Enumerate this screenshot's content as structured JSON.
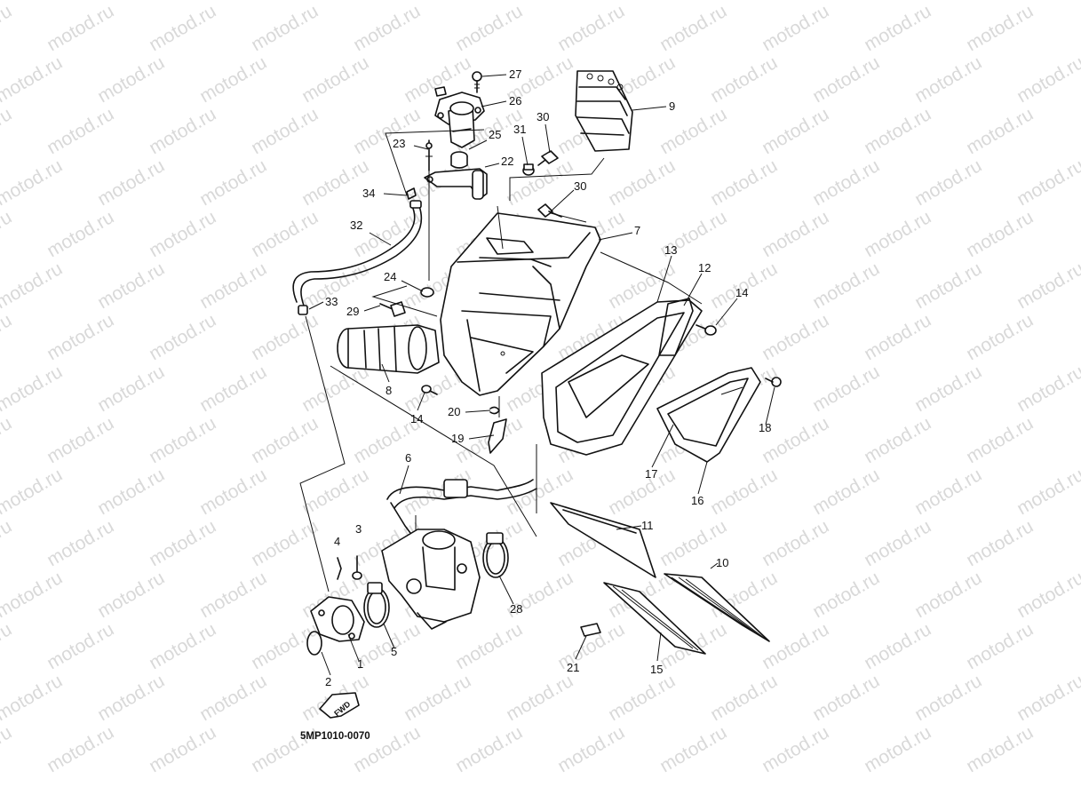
{
  "watermark": "motod.ru",
  "diagram_code": "5MP1010-0070",
  "fwd_label": "FWD",
  "callouts": [
    {
      "id": "p27",
      "label": "27"
    },
    {
      "id": "p26",
      "label": "26"
    },
    {
      "id": "p25",
      "label": "25"
    },
    {
      "id": "p23",
      "label": "23"
    },
    {
      "id": "p22",
      "label": "22"
    },
    {
      "id": "p31",
      "label": "31"
    },
    {
      "id": "p30a",
      "label": "30"
    },
    {
      "id": "p30b",
      "label": "30"
    },
    {
      "id": "p9",
      "label": "9"
    },
    {
      "id": "p34",
      "label": "34"
    },
    {
      "id": "p32",
      "label": "32"
    },
    {
      "id": "p7",
      "label": "7"
    },
    {
      "id": "p13",
      "label": "13"
    },
    {
      "id": "p12",
      "label": "12"
    },
    {
      "id": "p14a",
      "label": "14"
    },
    {
      "id": "p24",
      "label": "24"
    },
    {
      "id": "p33",
      "label": "33"
    },
    {
      "id": "p29",
      "label": "29"
    },
    {
      "id": "p8",
      "label": "8"
    },
    {
      "id": "p14b",
      "label": "14"
    },
    {
      "id": "p20",
      "label": "20"
    },
    {
      "id": "p19",
      "label": "19"
    },
    {
      "id": "p18",
      "label": "18"
    },
    {
      "id": "p17",
      "label": "17"
    },
    {
      "id": "p16",
      "label": "16"
    },
    {
      "id": "p6",
      "label": "6"
    },
    {
      "id": "p11",
      "label": "11"
    },
    {
      "id": "p4",
      "label": "4"
    },
    {
      "id": "p3",
      "label": "3"
    },
    {
      "id": "p10",
      "label": "10"
    },
    {
      "id": "p28",
      "label": "28"
    },
    {
      "id": "p5",
      "label": "5"
    },
    {
      "id": "p1",
      "label": "1"
    },
    {
      "id": "p21",
      "label": "21"
    },
    {
      "id": "p15",
      "label": "15"
    },
    {
      "id": "p2",
      "label": "2"
    }
  ]
}
